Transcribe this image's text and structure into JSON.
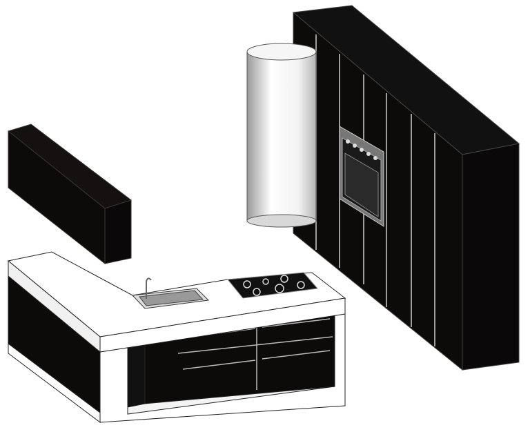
{
  "scene": {
    "colors": {
      "cabinet": "#0d0a0a",
      "cabinet_edge": "#3a3535",
      "countertop": "#ffffff",
      "outline": "#222222",
      "hood_light": "#ffffff",
      "hood_dark": "#8a8a8a"
    },
    "objects": [
      "wall-cabinet",
      "tall-cabinet-unit",
      "built-in-oven",
      "cylindrical-range-hood",
      "island-counter",
      "sink",
      "faucet",
      "gas-cooktop",
      "island-drawers"
    ]
  }
}
